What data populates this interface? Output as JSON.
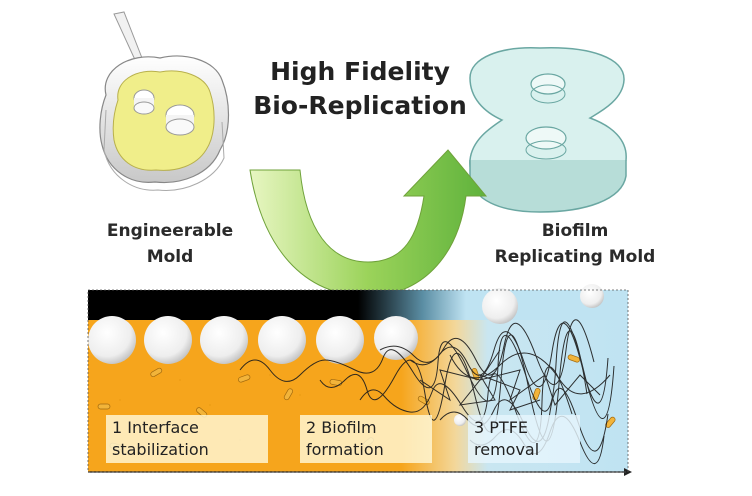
{
  "title": {
    "line1": "High Fidelity",
    "line2": "Bio-Replication"
  },
  "left_mold": {
    "label_line1": "Engineerable",
    "label_line2": "Mold"
  },
  "right_mold": {
    "label_line1": "Biofilm",
    "label_line2": "Replicating Mold"
  },
  "steps": [
    {
      "line1": "1 Interface",
      "line2": "stabilization"
    },
    {
      "line1": "2 Biofilm",
      "line2": "formation"
    },
    {
      "line1": "3 PTFE",
      "line2": "removal"
    }
  ],
  "colors": {
    "culture_orange": "#f6a51c",
    "removal_blue": "#bfe3f2",
    "arrow_green": "#8fd14f",
    "mold_gray": "#e4e4e4",
    "medium_yellow": "#f0ee8a",
    "replica_teal": "#d5efec"
  }
}
